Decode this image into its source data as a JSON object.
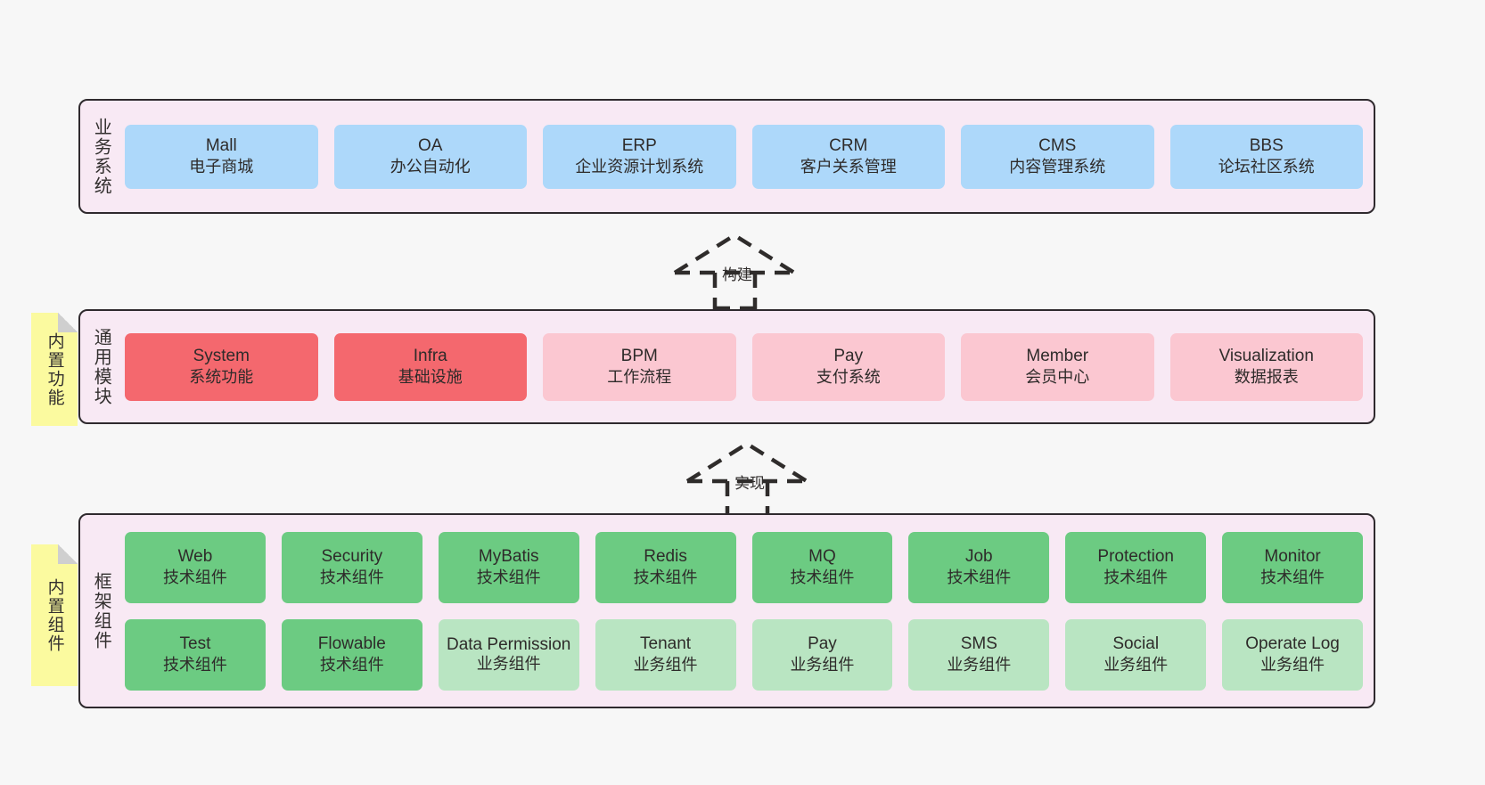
{
  "diagram": {
    "background_color": "#f7f7f7",
    "panel_fill": "#f8e9f4",
    "panel_border": "#2f2a2e"
  },
  "layers": {
    "business": {
      "label": "业务系统",
      "cards": [
        {
          "en": "Mall",
          "cn": "电子商城"
        },
        {
          "en": "OA",
          "cn": "办公自动化"
        },
        {
          "en": "ERP",
          "cn": "企业资源计划系统"
        },
        {
          "en": "CRM",
          "cn": "客户关系管理"
        },
        {
          "en": "CMS",
          "cn": "内容管理系统"
        },
        {
          "en": "BBS",
          "cn": "论坛社区系统"
        }
      ]
    },
    "modules": {
      "label": "通用模块",
      "note": "内置功能",
      "cards": [
        {
          "en": "System",
          "cn": "系统功能",
          "color": "#f4686e"
        },
        {
          "en": "Infra",
          "cn": "基础设施",
          "color": "#f4686e"
        },
        {
          "en": "BPM",
          "cn": "工作流程",
          "color": "#fbc7d1"
        },
        {
          "en": "Pay",
          "cn": "支付系统",
          "color": "#fbc7d1"
        },
        {
          "en": "Member",
          "cn": "会员中心",
          "color": "#fbc7d1"
        },
        {
          "en": "Visualization",
          "cn": "数据报表",
          "color": "#fbc7d1"
        }
      ]
    },
    "framework": {
      "label": "框架组件",
      "note": "内置组件",
      "row1": [
        {
          "en": "Web",
          "cn": "技术组件"
        },
        {
          "en": "Security",
          "cn": "技术组件"
        },
        {
          "en": "MyBatis",
          "cn": "技术组件"
        },
        {
          "en": "Redis",
          "cn": "技术组件"
        },
        {
          "en": "MQ",
          "cn": "技术组件"
        },
        {
          "en": "Job",
          "cn": "技术组件"
        },
        {
          "en": "Protection",
          "cn": "技术组件"
        },
        {
          "en": "Monitor",
          "cn": "技术组件"
        }
      ],
      "row2": [
        {
          "en": "Test",
          "cn": "技术组件",
          "color": "#6ccb82"
        },
        {
          "en": "Flowable",
          "cn": "技术组件",
          "color": "#6ccb82"
        },
        {
          "en": "Data Permission",
          "cn": "业务组件",
          "color": "#b9e5c2"
        },
        {
          "en": "Tenant",
          "cn": "业务组件",
          "color": "#b9e5c2"
        },
        {
          "en": "Pay",
          "cn": "业务组件",
          "color": "#b9e5c2"
        },
        {
          "en": "SMS",
          "cn": "业务组件",
          "color": "#b9e5c2"
        },
        {
          "en": "Social",
          "cn": "业务组件",
          "color": "#b9e5c2"
        },
        {
          "en": "Operate Log",
          "cn": "业务组件",
          "color": "#b9e5c2"
        }
      ]
    }
  },
  "connectors": [
    {
      "id": "build",
      "label": "构建"
    },
    {
      "id": "impl",
      "label": "实现"
    }
  ]
}
